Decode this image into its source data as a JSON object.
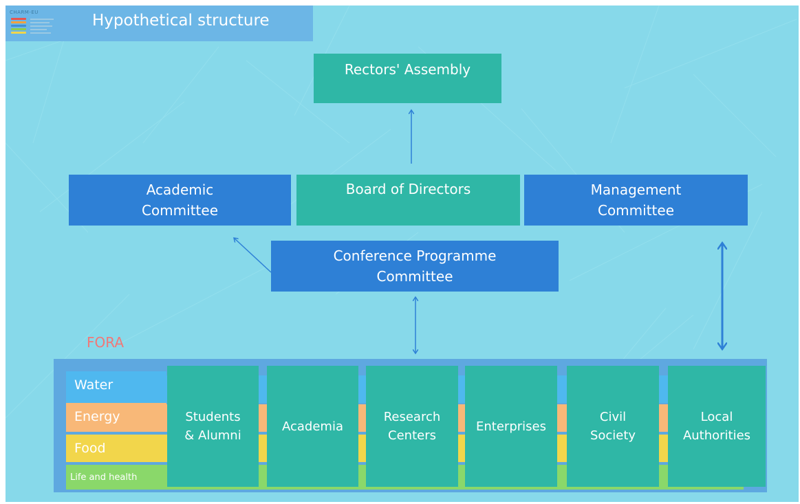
{
  "title": "Hypothetical structure",
  "logo": {
    "text": "CHARM-EU"
  },
  "nodes": {
    "rectors": "Rectors' Assembly",
    "board": "Board of Directors",
    "academic": "Academic Committee",
    "management": "Management Committee",
    "conference": "Conference Programme Committee"
  },
  "fora": {
    "label": "FORA",
    "themes": [
      {
        "label": "Water",
        "color": "#4fb8ef"
      },
      {
        "label": "Energy",
        "color": "#f8b878"
      },
      {
        "label": "Food",
        "color": "#f2d64b"
      },
      {
        "label": "Life and health",
        "color": "#8ad86a"
      }
    ],
    "stakeholders": [
      "Students & Alumni",
      "Academia",
      "Research Centers",
      "Enterprises",
      "Civil Society",
      "Local Authorities"
    ]
  },
  "colors": {
    "background": "#87d9ea",
    "teal_box": "#2fb7a6",
    "blue_box": "#2e80d6",
    "fora_label": "#f07878",
    "arrow": "#2e80d6"
  }
}
